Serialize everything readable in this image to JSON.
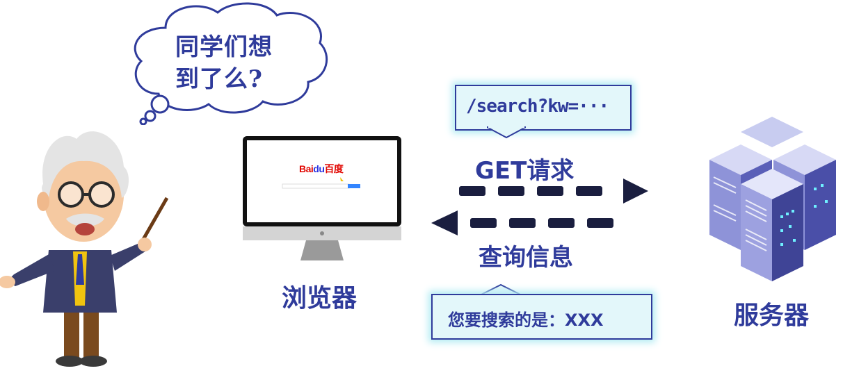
{
  "thought": {
    "line1": "同学们想",
    "line2": "到了么?"
  },
  "browser": {
    "logo_bai": "Bai",
    "logo_du": "du",
    "logo_cn": "百度",
    "label": "浏览器"
  },
  "request": {
    "url": "/search?kw=···",
    "label": "GET请求"
  },
  "response": {
    "label": "查询信息",
    "message": "您要搜索的是：XXX"
  },
  "server": {
    "label": "服务器"
  },
  "colors": {
    "accent": "#2f3b9b",
    "callout_bg": "#e3f7fa",
    "callout_glow": "#b3ecf3",
    "arrow": "#1a1e3f"
  }
}
